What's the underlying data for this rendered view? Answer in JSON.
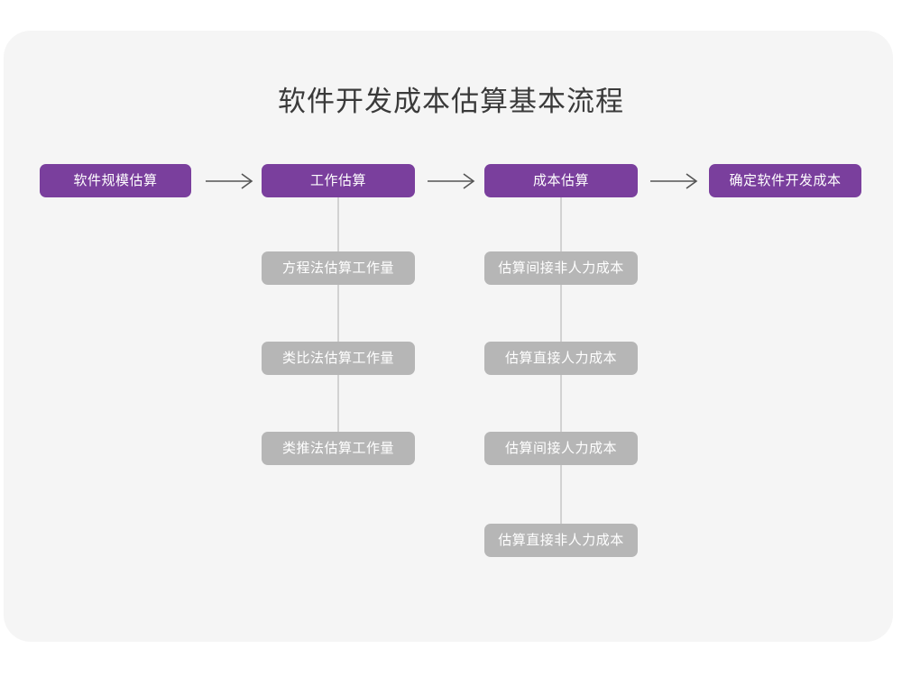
{
  "title": "软件开发成本估算基本流程",
  "flow": {
    "main_steps": [
      {
        "id": "scale",
        "label": "软件规模估算"
      },
      {
        "id": "work",
        "label": "工作估算"
      },
      {
        "id": "cost",
        "label": "成本估算"
      },
      {
        "id": "final",
        "label": "确定软件开发成本"
      }
    ],
    "arrows": [
      {
        "glyph": "→",
        "from": "软件规模估算",
        "to": "工作估算"
      },
      {
        "glyph": "→",
        "from": "工作估算",
        "to": "成本估算"
      },
      {
        "glyph": "→",
        "from": "成本估算",
        "to": "确定软件开发成本"
      }
    ],
    "work_branch": [
      {
        "label": "方程法估算工作量"
      },
      {
        "label": "类比法估算工作量"
      },
      {
        "label": "类推法估算工作量"
      }
    ],
    "cost_branch": [
      {
        "label": "估算间接非人力成本"
      },
      {
        "label": "估算直接人力成本"
      },
      {
        "label": "估算间接人力成本"
      },
      {
        "label": "估算直接非人力成本"
      }
    ]
  },
  "colors": {
    "page_background": "#ffffff",
    "card_background": "#f5f5f5",
    "primary_node": "#7a3f9d",
    "sub_node": "#b6b6b6",
    "node_text": "#ffffff",
    "title_text": "#3a3a3a",
    "connector_line": "#d2d2d2",
    "arrow": "#555555"
  }
}
